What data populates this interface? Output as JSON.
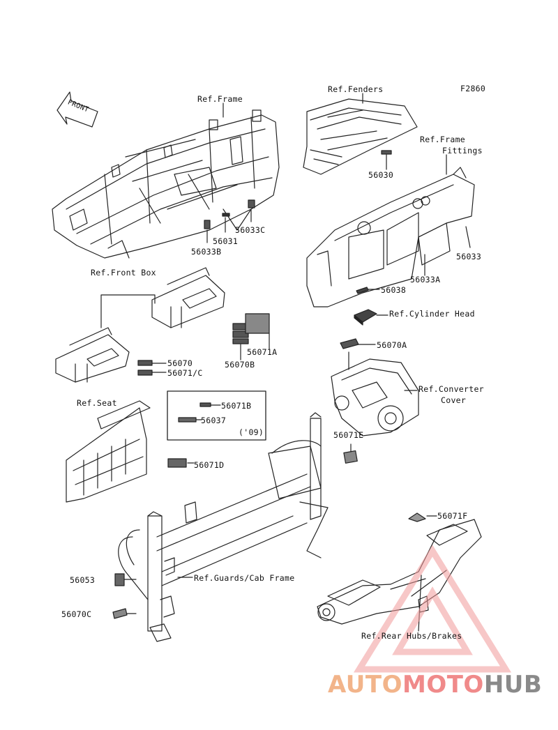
{
  "figure_code": "F2860",
  "front_tag": "FRONT",
  "refs": {
    "frame": "Ref.Frame",
    "fenders": "Ref.Fenders",
    "frame_fittings_1": "Ref.Frame",
    "frame_fittings_2": "Fittings",
    "front_box": "Ref.Front Box",
    "cylinder_head": "Ref.Cylinder Head",
    "converter_cover_1": "Ref.Converter",
    "converter_cover_2": "Cover",
    "seat": "Ref.Seat",
    "guards_cab_frame": "Ref.Guards/Cab Frame",
    "rear_hubs_brakes": "Ref.Rear Hubs/Brakes"
  },
  "parts": {
    "p56030": "56030",
    "p56031": "56031",
    "p56033": "56033",
    "p56033A": "56033A",
    "p56033B": "56033B",
    "p56033C": "56033C",
    "p56037": "56037",
    "p56038": "56038",
    "p56053": "56053",
    "p56070": "56070",
    "p56070A": "56070A",
    "p56070B": "56070B",
    "p56070C": "56070C",
    "p56071A": "56071A",
    "p56071B": "56071B",
    "p56071C": "56071/C",
    "p56071D": "56071D",
    "p56071E": "56071E",
    "p56071F": "56071F"
  },
  "inset_note": "('09)",
  "watermark": {
    "part1": "AUTO",
    "part2": "MOTO",
    "part3": "HUB"
  },
  "colors": {
    "line": "#222222",
    "watermark_orange": "#f2b48a",
    "watermark_red": "#f08a8a",
    "watermark_gray": "#8a8a8a"
  }
}
